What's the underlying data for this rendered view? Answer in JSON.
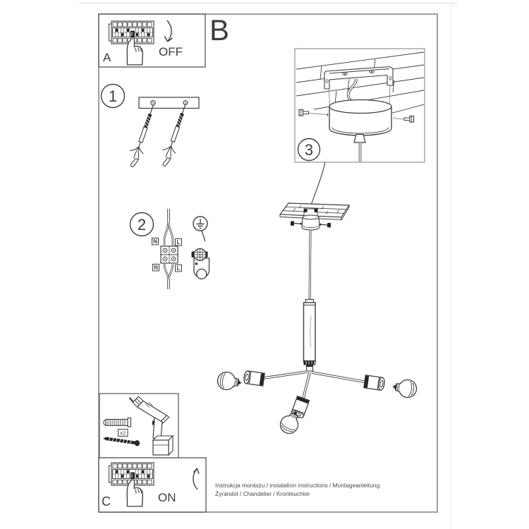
{
  "colors": {
    "ink": "#3c3c3c",
    "dark_fill": "#262626",
    "frame": "#9e9e9e",
    "box_border": "#555555",
    "page_edge": "#e6e6e6",
    "footer_text": "#4a4a4a"
  },
  "panel_a": {
    "label": "A",
    "state_label": "OFF"
  },
  "section_b": {
    "label": "B"
  },
  "panel_c": {
    "label": "C",
    "state_label": "ON"
  },
  "steps": {
    "one": "1",
    "two": "2",
    "three": "3"
  },
  "wiring": {
    "neutral_top": "N",
    "live_top": "L",
    "neutral_bottom": "N",
    "live_bottom": "L"
  },
  "tools": {
    "screw_quantity": "x2"
  },
  "footer": {
    "line1": "Instrukcja montażu / instalation instructions / Montageanleitung",
    "line2": "Żyrandol / Chandelier / Kronleuchter"
  }
}
